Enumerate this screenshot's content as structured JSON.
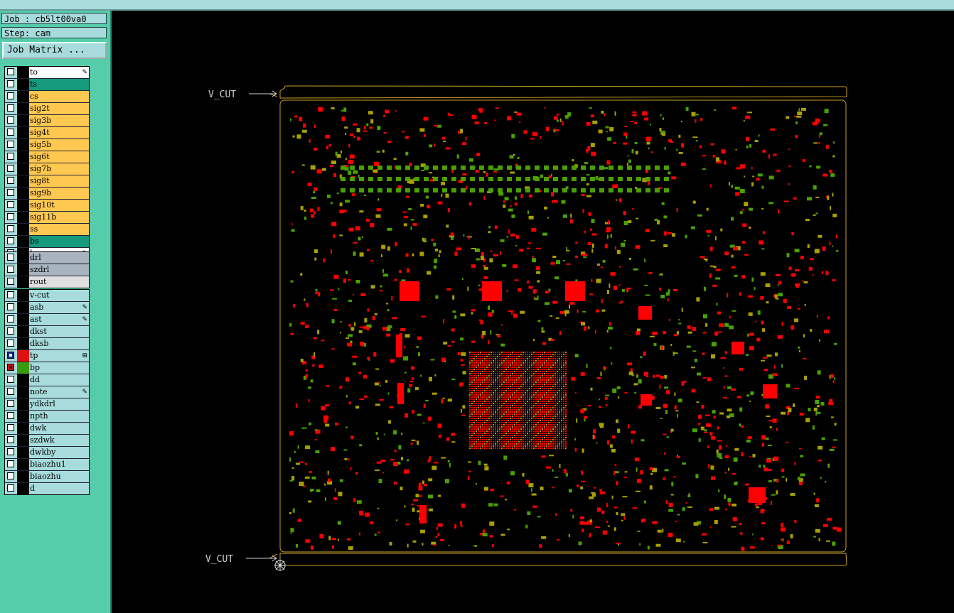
{
  "job_label": "Job : cb5lt00va0",
  "step_label": "Step: cam",
  "job_matrix_button": "Job Matrix ...",
  "cut_label_top": "V_CUT",
  "cut_label_bottom": "V_CUT",
  "colors": {
    "panel_bg": "#55ccaa",
    "field_bg": "#a8dcdc",
    "signal_layer": "#ffc850",
    "active_layer": "#169a7e",
    "drill_layer": "#a8b4c0",
    "rout_layer": "#e0e0e0",
    "outline": "#c8a028",
    "pad_red": "#ff0000",
    "pad_green": "#4aa000",
    "pad_olive": "#a8a000"
  },
  "layer_groups": [
    [
      {
        "name": "to",
        "color": "#ffffff",
        "mark": "pencil"
      },
      {
        "name": "ts",
        "color": "#169a7e"
      },
      {
        "name": "cs",
        "color": "#ffc850"
      },
      {
        "name": "sig2t",
        "color": "#ffc850"
      },
      {
        "name": "sig3b",
        "color": "#ffc850"
      },
      {
        "name": "sig4t",
        "color": "#ffc850"
      },
      {
        "name": "sig5b",
        "color": "#ffc850"
      },
      {
        "name": "sig6t",
        "color": "#ffc850"
      },
      {
        "name": "sig7b",
        "color": "#ffc850"
      },
      {
        "name": "sig8t",
        "color": "#ffc850"
      },
      {
        "name": "sig9b",
        "color": "#ffc850"
      },
      {
        "name": "sig10t",
        "color": "#ffc850"
      },
      {
        "name": "sig11b",
        "color": "#ffc850"
      },
      {
        "name": "ss",
        "color": "#ffc850"
      },
      {
        "name": "bs",
        "color": "#169a7e"
      },
      {
        "name": "bo",
        "color": "#ffffff",
        "mark": "pencil"
      }
    ],
    [
      {
        "name": "drl",
        "color": "#a8b4c0"
      },
      {
        "name": "szdrl",
        "color": "#a8b4c0"
      },
      {
        "name": "rout",
        "color": "#e0e0e0"
      }
    ],
    [
      {
        "name": "v-cut",
        "color": "#a8dcdc"
      },
      {
        "name": "asb",
        "color": "#a8dcdc",
        "mark": "pencil"
      },
      {
        "name": "ast",
        "color": "#a8dcdc",
        "mark": "pencil"
      },
      {
        "name": "dkst",
        "color": "#a8dcdc"
      },
      {
        "name": "dksb",
        "color": "#a8dcdc"
      },
      {
        "name": "tp",
        "color": "#a8dcdc",
        "swatch": "#e01010",
        "check": "blue",
        "mark": "grid"
      },
      {
        "name": "bp",
        "color": "#a8dcdc",
        "swatch": "#3a9a10",
        "check": "red"
      },
      {
        "name": "dd",
        "color": "#a8dcdc"
      },
      {
        "name": "note",
        "color": "#a8dcdc",
        "mark": "pencil"
      },
      {
        "name": "ydkdrl",
        "color": "#a8dcdc"
      },
      {
        "name": "npth",
        "color": "#a8dcdc"
      },
      {
        "name": "dwk",
        "color": "#a8dcdc"
      },
      {
        "name": "szdwk",
        "color": "#a8dcdc"
      },
      {
        "name": "dwkby",
        "color": "#a8dcdc"
      },
      {
        "name": "biaozhu1",
        "color": "#a8dcdc"
      },
      {
        "name": "biaozhu",
        "color": "#a8dcdc"
      },
      {
        "name": "d",
        "color": "#a8dcdc"
      }
    ]
  ]
}
